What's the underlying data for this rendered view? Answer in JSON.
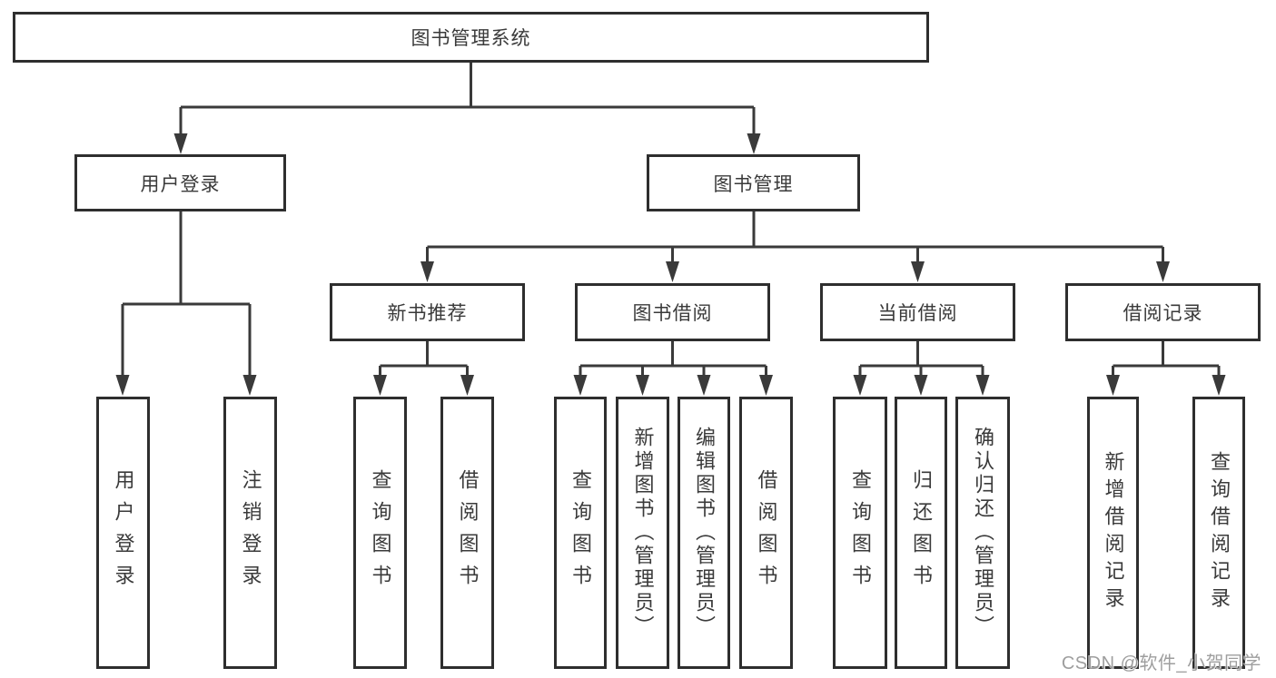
{
  "tree": {
    "label": "图书管理系统",
    "children": [
      {
        "label": "用户登录",
        "children": [
          {
            "label": "用户登录"
          },
          {
            "label": "注销登录"
          }
        ]
      },
      {
        "label": "图书管理",
        "children": [
          {
            "label": "新书推荐",
            "children": [
              {
                "label": "查询图书"
              },
              {
                "label": "借阅图书"
              }
            ]
          },
          {
            "label": "图书借阅",
            "children": [
              {
                "label": "查询图书"
              },
              {
                "label": "新增图书（管理员）"
              },
              {
                "label": "编辑图书（管理员）"
              },
              {
                "label": "借阅图书"
              }
            ]
          },
          {
            "label": "当前借阅",
            "children": [
              {
                "label": "查询图书"
              },
              {
                "label": "归还图书"
              },
              {
                "label": "确认归还（管理员）"
              }
            ]
          },
          {
            "label": "借阅记录",
            "children": [
              {
                "label": "新增借阅记录"
              },
              {
                "label": "查询借阅记录"
              }
            ]
          }
        ]
      }
    ]
  },
  "watermark": "CSDN @软件_小贺同学",
  "colors": {
    "line": "#3a3a3a",
    "box_border": "#2e2e2e",
    "text": "#3a3a3a",
    "background": "#ffffff",
    "watermark": "#969696"
  }
}
